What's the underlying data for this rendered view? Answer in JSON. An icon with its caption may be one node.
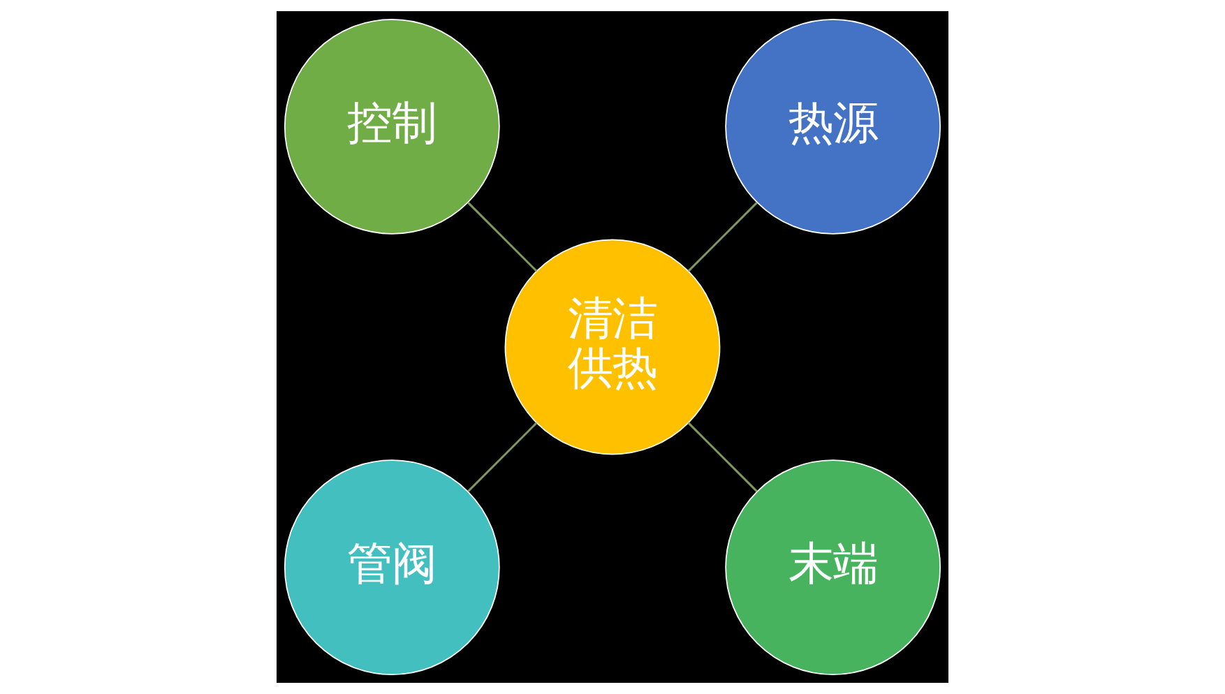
{
  "diagram": {
    "nodes": [
      {
        "text": [
          "热源"
        ]
      },
      {
        "text": [
          "控制"
        ]
      },
      {
        "text": [
          "清洁供热"
        ]
      },
      {
        "text": [
          "管阀"
        ]
      },
      {
        "text": [
          "末端"
        ]
      }
    ],
    "edges": [
      {
        "from": 2,
        "to": 0,
        "arrow": "none"
      },
      {
        "from": 2,
        "to": 1,
        "arrow": "none"
      },
      {
        "from": 2,
        "to": 3,
        "arrow": "none"
      },
      {
        "from": 2,
        "to": 4,
        "arrow": "none"
      }
    ]
  }
}
